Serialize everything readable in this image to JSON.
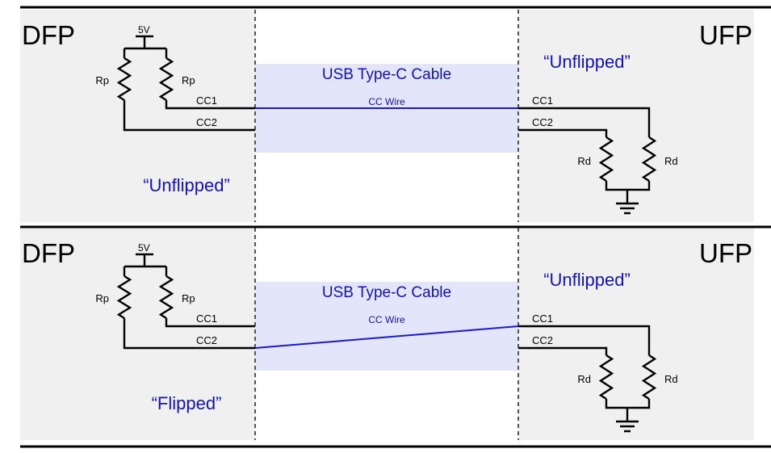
{
  "colors": {
    "side_panel": "#f0f0f0",
    "cable_band": "#e3e5fa",
    "blue_text": "#1313b8",
    "blue_wire": "#1a1ad0"
  },
  "panels": [
    {
      "dfp_label": "DFP",
      "ufp_label": "UFP",
      "supply_label": "5V",
      "rp_label": "Rp",
      "rd_label": "Rd",
      "cc1_label": "CC1",
      "cc2_label": "CC2",
      "cable_label": "USB Type-C Cable",
      "wire_label": "CC Wire",
      "dfp_orientation": "“Unflipped”",
      "ufp_orientation": "“Unflipped”"
    },
    {
      "dfp_label": "DFP",
      "ufp_label": "UFP",
      "supply_label": "5V",
      "rp_label": "Rp",
      "rd_label": "Rd",
      "cc1_label": "CC1",
      "cc2_label": "CC2",
      "cable_label": "USB Type-C Cable",
      "wire_label": "CC Wire",
      "dfp_orientation": "“Flipped”",
      "ufp_orientation": "“Unflipped”"
    }
  ]
}
